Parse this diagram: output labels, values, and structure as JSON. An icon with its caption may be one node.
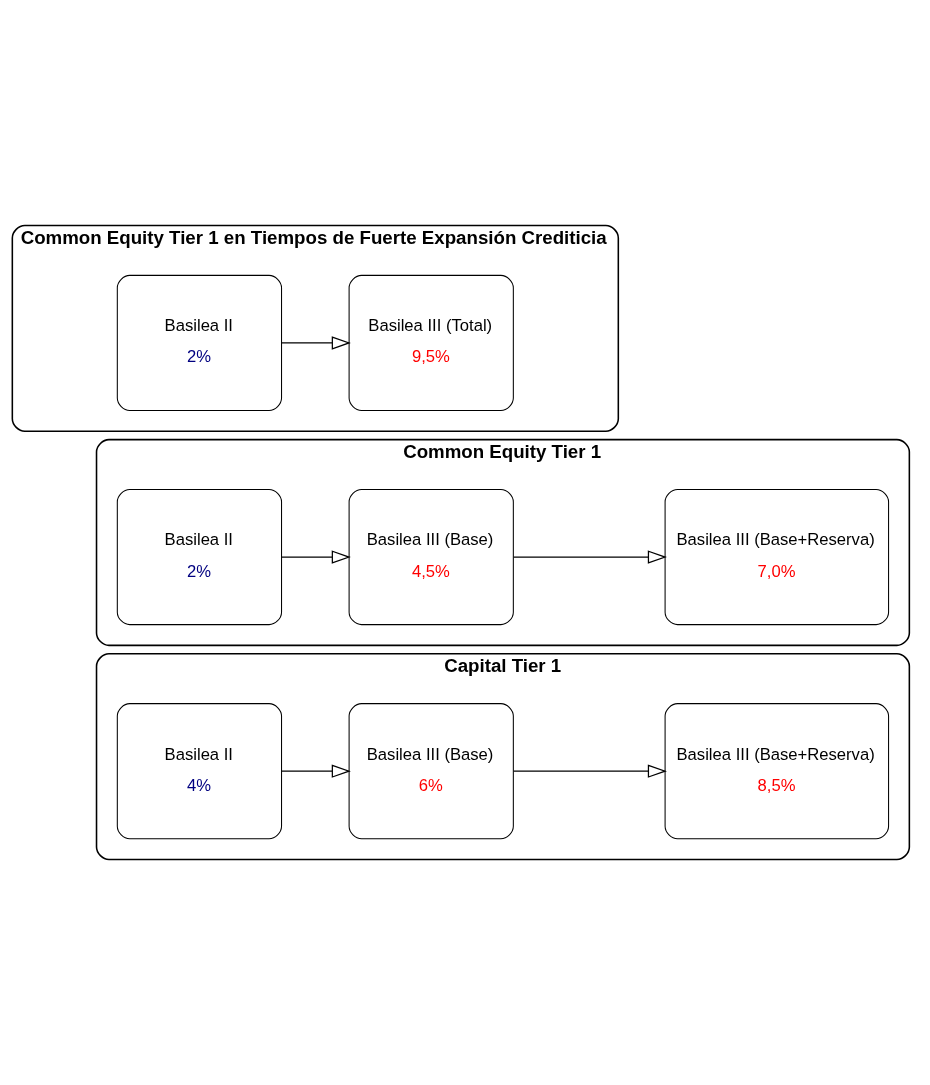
{
  "diagram": {
    "nodes": [
      {
        "text": [
          "Capital Tier 1"
        ]
      },
      {
        "text": [
          "Basilea II",
          "4%"
        ],
        "in": 0
      },
      {
        "text": [
          "Basilea III (Base)",
          "6%"
        ],
        "in": 0
      },
      {
        "text": [
          "Basilea III (Base+Reserva)",
          "8,5%"
        ],
        "in": 0
      },
      {
        "text": [
          "Common Equity Tier 1"
        ]
      },
      {
        "text": [
          "Basilea II",
          "2%"
        ],
        "in": 4
      },
      {
        "text": [
          "Basilea III (Base)",
          "4,5%"
        ],
        "in": 4
      },
      {
        "text": [
          "Basilea III (Base+Reserva)",
          "7,0%"
        ],
        "in": 4
      },
      {
        "text": [
          "Common Equity Tier 1 en Tiempos de Fuerte Expansión Crediticia"
        ]
      },
      {
        "text": [
          "Basilea II",
          "2%"
        ],
        "in": 8
      },
      {
        "text": [
          "Basilea III (Total)",
          "9,5%"
        ],
        "in": 8
      }
    ],
    "edges": [
      {
        "from": 1,
        "to": 2,
        "arrow": "to"
      },
      {
        "from": 2,
        "to": 3,
        "arrow": "to"
      },
      {
        "from": 5,
        "to": 6,
        "arrow": "to"
      },
      {
        "from": 6,
        "to": 7,
        "arrow": "to"
      },
      {
        "from": 9,
        "to": 10,
        "arrow": "to"
      }
    ]
  }
}
